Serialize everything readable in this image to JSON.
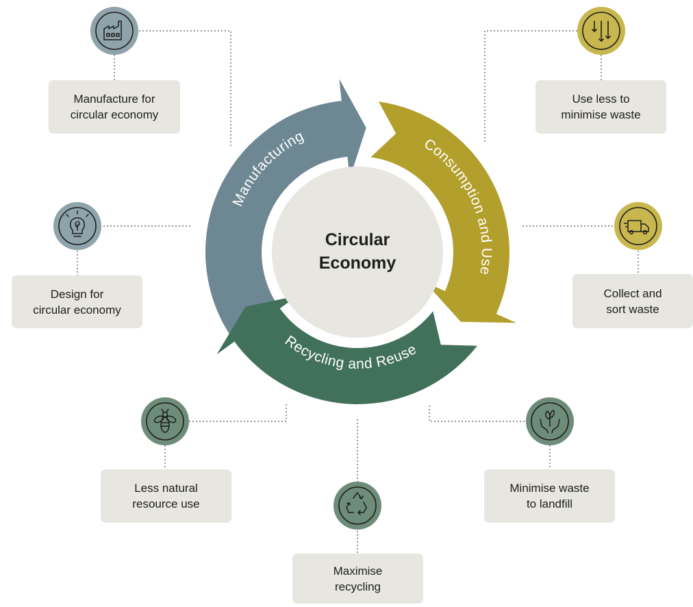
{
  "diagram": {
    "center": {
      "line1": "Circular",
      "line2": "Economy"
    },
    "arrows": {
      "manufacturing": "Manufacturing",
      "consumption": "Consumption and Use",
      "recycling": "Recycling and Reuse"
    },
    "nodes": {
      "manufacture": {
        "icon": "factory-icon",
        "line1": "Manufacture for",
        "line2": "circular economy"
      },
      "design": {
        "icon": "lightbulb-leaf-icon",
        "line1": "Design for",
        "line2": "circular economy"
      },
      "use_less": {
        "icon": "down-arrows-icon",
        "line1": "Use less to",
        "line2": "minimise waste"
      },
      "collect": {
        "icon": "delivery-truck-icon",
        "line1": "Collect and",
        "line2": "sort waste"
      },
      "natural": {
        "icon": "bee-icon",
        "line1": "Less natural",
        "line2": "resource use"
      },
      "recycle": {
        "icon": "recycle-icon",
        "line1": "Maximise",
        "line2": "recycling"
      },
      "landfill": {
        "icon": "hands-plant-icon",
        "line1": "Minimise waste",
        "line2": "to landfill"
      }
    },
    "colors": {
      "manufacturing": "#6d8793",
      "consumption": "#b39f2c",
      "recycling": "#41705b",
      "hub": "#e7e6e0",
      "card": "#e7e6e0"
    }
  }
}
